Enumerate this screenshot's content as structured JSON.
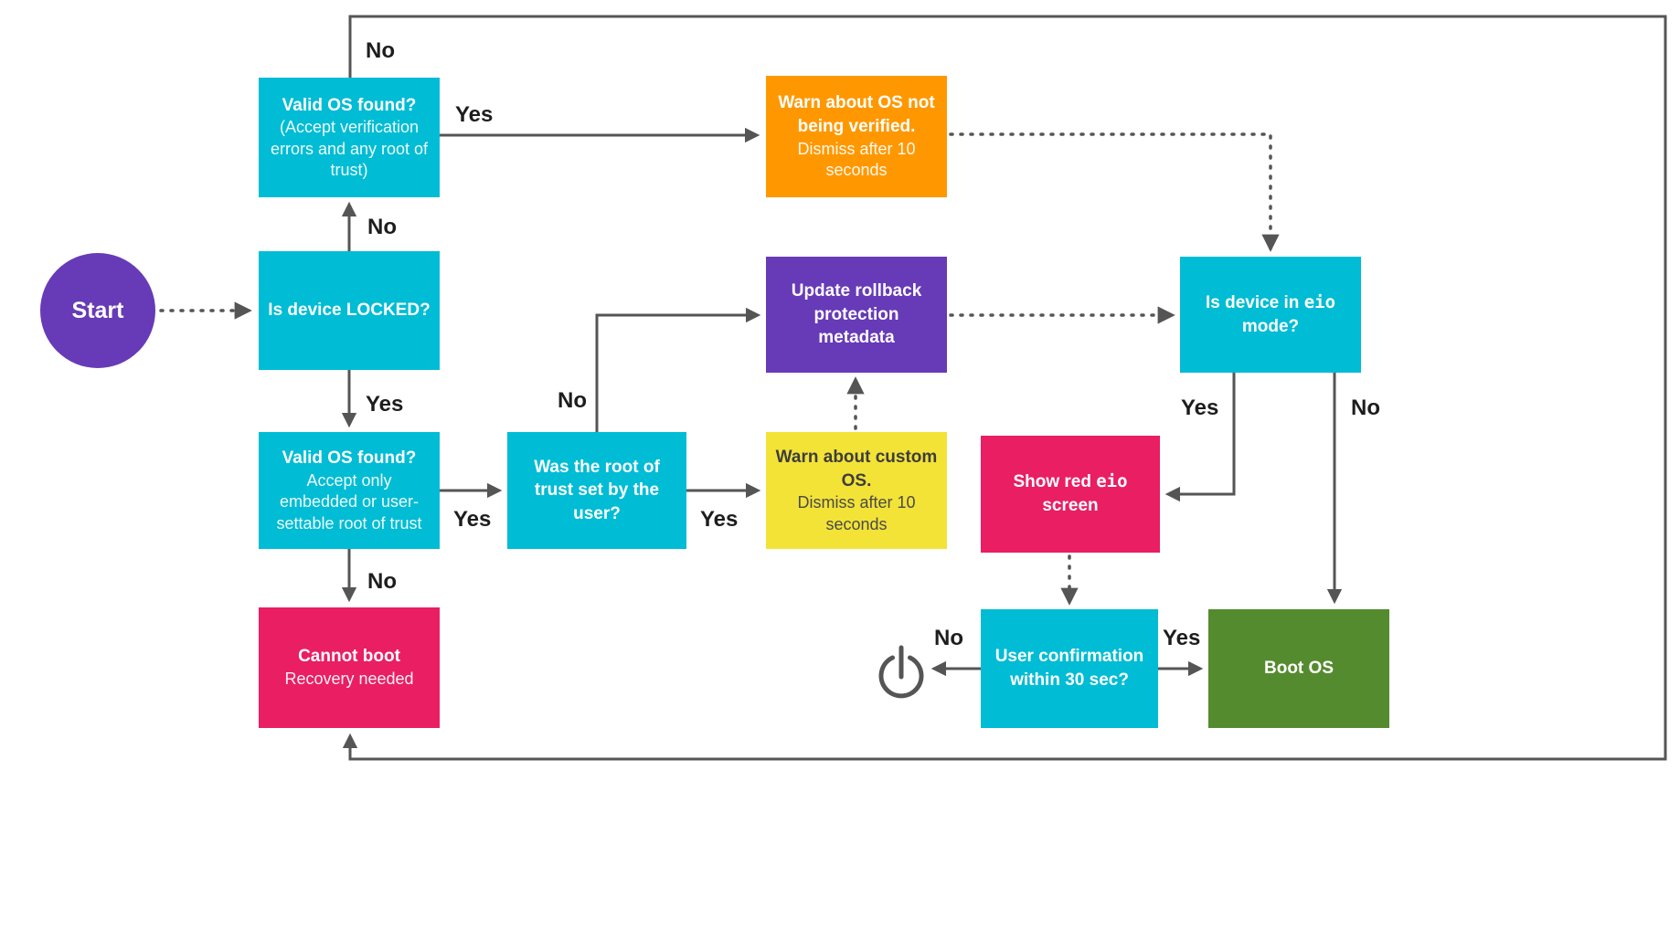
{
  "diagram": {
    "colors": {
      "cyan": "#00BCD4",
      "orange": "#FF9800",
      "purple": "#673AB7",
      "yellow": "#F3E337",
      "pink": "#E91E63",
      "green": "#558B2F",
      "arrow": "#555555"
    },
    "nodes": {
      "start": {
        "label": "Start"
      },
      "valid_os_any": {
        "title": "Valid OS found?",
        "subtitle": "(Accept verification errors and any root of trust)"
      },
      "warn_not_verified": {
        "title": "Warn about OS not being verified.",
        "subtitle": "Dismiss after 10 seconds"
      },
      "locked": {
        "title": "Is device LOCKED?"
      },
      "update_rollback": {
        "title": "Update rollback protection metadata"
      },
      "eio_mode": {
        "title_prefix": "Is device in ",
        "title_mono": "eio",
        "title_suffix": " mode?"
      },
      "valid_os_embedded": {
        "title": "Valid OS found?",
        "subtitle": "Accept only embedded or user-settable root of trust"
      },
      "root_of_trust": {
        "title": "Was the root of trust set by the user?"
      },
      "warn_custom": {
        "title": "Warn about custom OS.",
        "subtitle": "Dismiss after 10 seconds"
      },
      "show_red_eio": {
        "title_prefix": "Show red ",
        "title_mono": "eio",
        "title_suffix": " screen"
      },
      "user_confirm": {
        "title": "User confirmation within 30 sec?"
      },
      "boot_os": {
        "title": "Boot OS"
      },
      "cannot_boot": {
        "title": "Cannot boot",
        "subtitle": "Recovery needed"
      }
    },
    "edge_labels": {
      "valid_any_no": "No",
      "valid_any_yes": "Yes",
      "locked_no": "No",
      "locked_yes": "Yes",
      "root_no": "No",
      "embedded_yes": "Yes",
      "root_yes": "Yes",
      "embedded_no": "No",
      "eio_yes": "Yes",
      "eio_no": "No",
      "confirm_no": "No",
      "confirm_yes": "Yes"
    }
  }
}
